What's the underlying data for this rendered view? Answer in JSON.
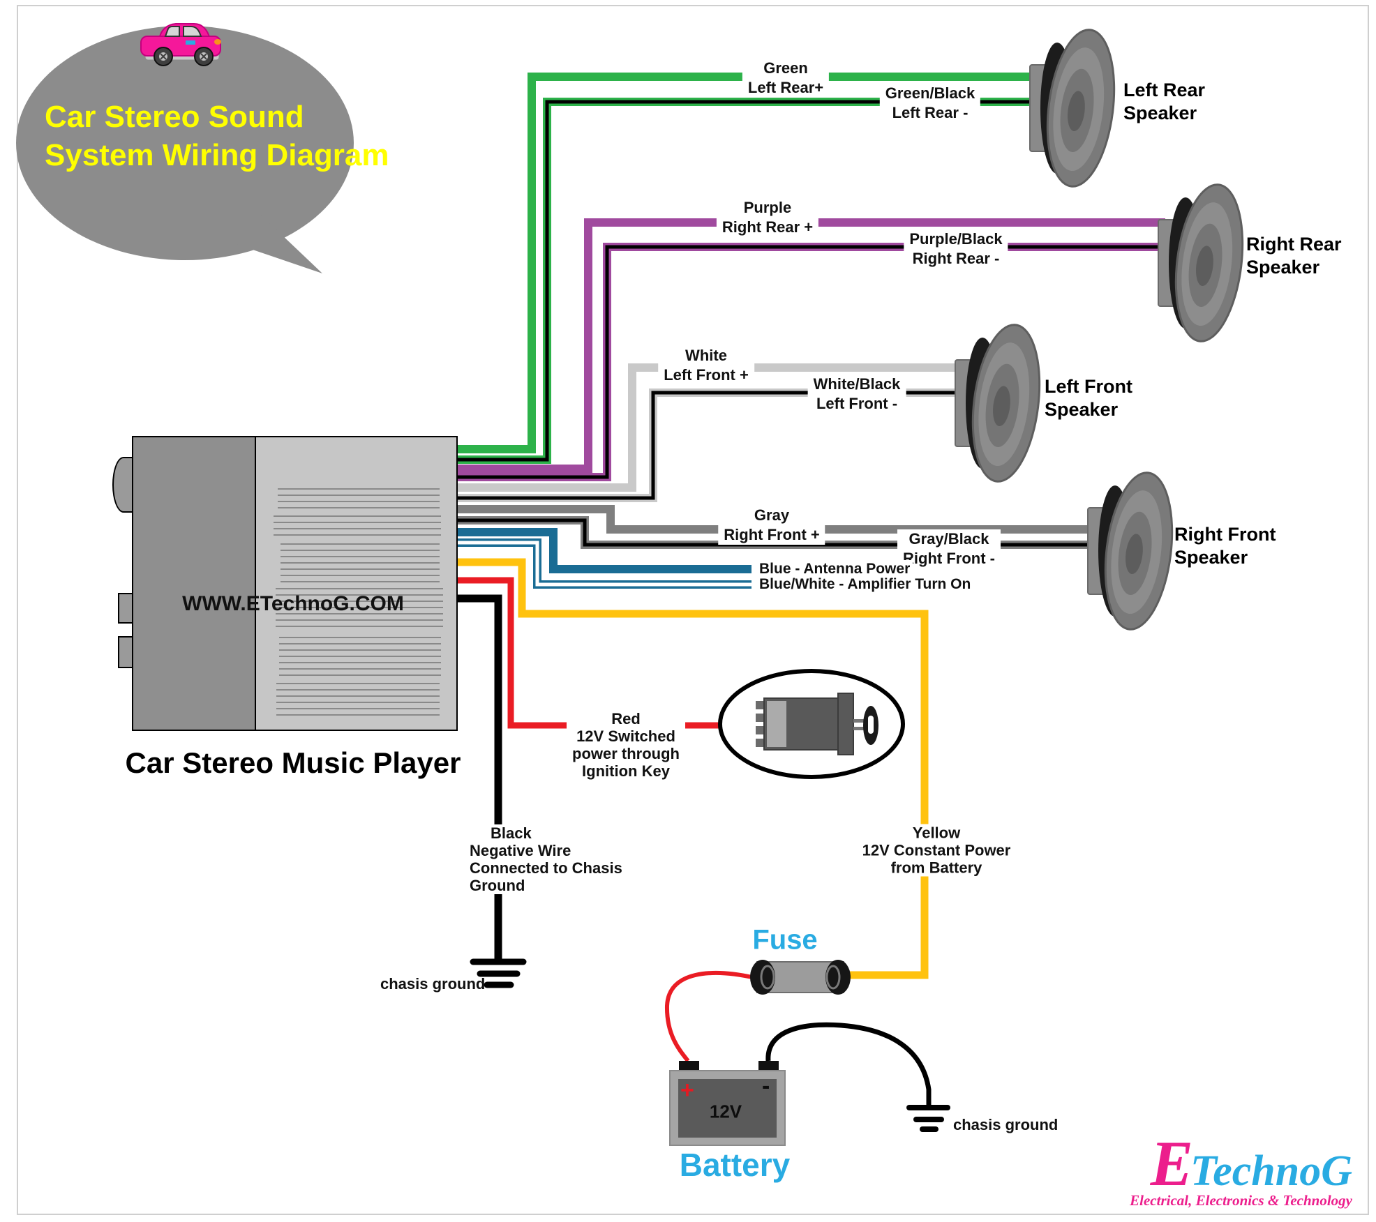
{
  "title_bubble": {
    "line1": "Car Stereo Sound",
    "line2": "System Wiring Diagram"
  },
  "stereo": {
    "watermark": "WWW.ETechnoG.COM",
    "caption": "Car Stereo Music Player"
  },
  "wires": {
    "green": {
      "color_name": "Green",
      "terminal": "Left Rear+",
      "hex": "#2DB24A"
    },
    "green_black": {
      "color_name": "Green/Black",
      "terminal": "Left Rear -",
      "hex": "#2DB24A"
    },
    "purple": {
      "color_name": "Purple",
      "terminal": "Right Rear +",
      "hex": "#A04A9E"
    },
    "purple_black": {
      "color_name": "Purple/Black",
      "terminal": "Right Rear -",
      "hex": "#A04A9E"
    },
    "white": {
      "color_name": "White",
      "terminal": "Left Front +",
      "hex": "#C9C9C9"
    },
    "white_black": {
      "color_name": "White/Black",
      "terminal": "Left Front -",
      "hex": "#C9C9C9"
    },
    "gray": {
      "color_name": "Gray",
      "terminal": "Right Front +",
      "hex": "#7F7F7F"
    },
    "gray_black": {
      "color_name": "Gray/Black",
      "terminal": "Right Front -",
      "hex": "#7F7F7F"
    },
    "blue": {
      "label": "Blue - Antenna Power",
      "hex": "#1A6C94"
    },
    "blue_white": {
      "label": "Blue/White - Amplifier Turn On",
      "hex": "#1A6C94"
    },
    "red": {
      "lines": [
        "Red",
        "12V Switched",
        "power through",
        "Ignition Key"
      ],
      "hex": "#EA1C24"
    },
    "black": {
      "lines": [
        "Black",
        "Negative Wire",
        "Connected to Chasis",
        "Ground"
      ],
      "hex": "#000000"
    },
    "yellow": {
      "lines": [
        "Yellow",
        "12V Constant Power",
        "from Battery"
      ],
      "hex": "#FFC20E"
    }
  },
  "speakers": {
    "left_rear": {
      "line1": "Left Rear",
      "line2": "Speaker"
    },
    "right_rear": {
      "line1": "Right Rear",
      "line2": "Speaker"
    },
    "left_front": {
      "line1": "Left Front",
      "line2": "Speaker"
    },
    "right_front": {
      "line1": "Right Front",
      "line2": "Speaker"
    }
  },
  "components": {
    "fuse_label": "Fuse",
    "battery_label": "Battery",
    "battery_voltage": "12V",
    "battery_plus": "+",
    "battery_minus": "-",
    "ground_left": "chasis ground",
    "ground_right": "chasis ground"
  },
  "logo": {
    "prefix": "E",
    "name": "TechnoG",
    "tagline": "Electrical, Electronics & Technology"
  },
  "colors": {
    "accent_blue": "#29ABE2",
    "logo_pink": "#EC1E8C",
    "bubble_gray": "#8C8C8C",
    "title_yellow": "#FFFF00",
    "car_pink": "#F5189A"
  }
}
